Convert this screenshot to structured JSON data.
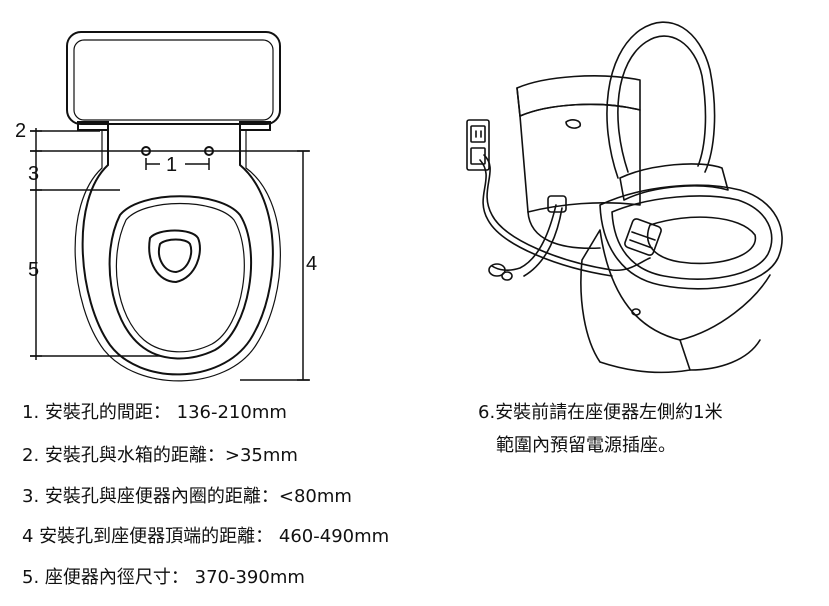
{
  "diagram": {
    "dimension_labels": [
      "1",
      "2",
      "3",
      "4",
      "5"
    ]
  },
  "notes": [
    "1. 安裝孔的間距： 136-210mm",
    "2. 安裝孔與水箱的距離：>35mm",
    "3. 安裝孔與座便器內圈的距離：<80mm",
    "4  安裝孔到座便器頂端的距離： 460-490mm",
    "5. 座便器內徑尺寸： 370-390mm"
  ],
  "side_note": {
    "line1": "6.安裝前請在座便器左側約1米",
    "line2": "範圍內預留電源插座。"
  }
}
